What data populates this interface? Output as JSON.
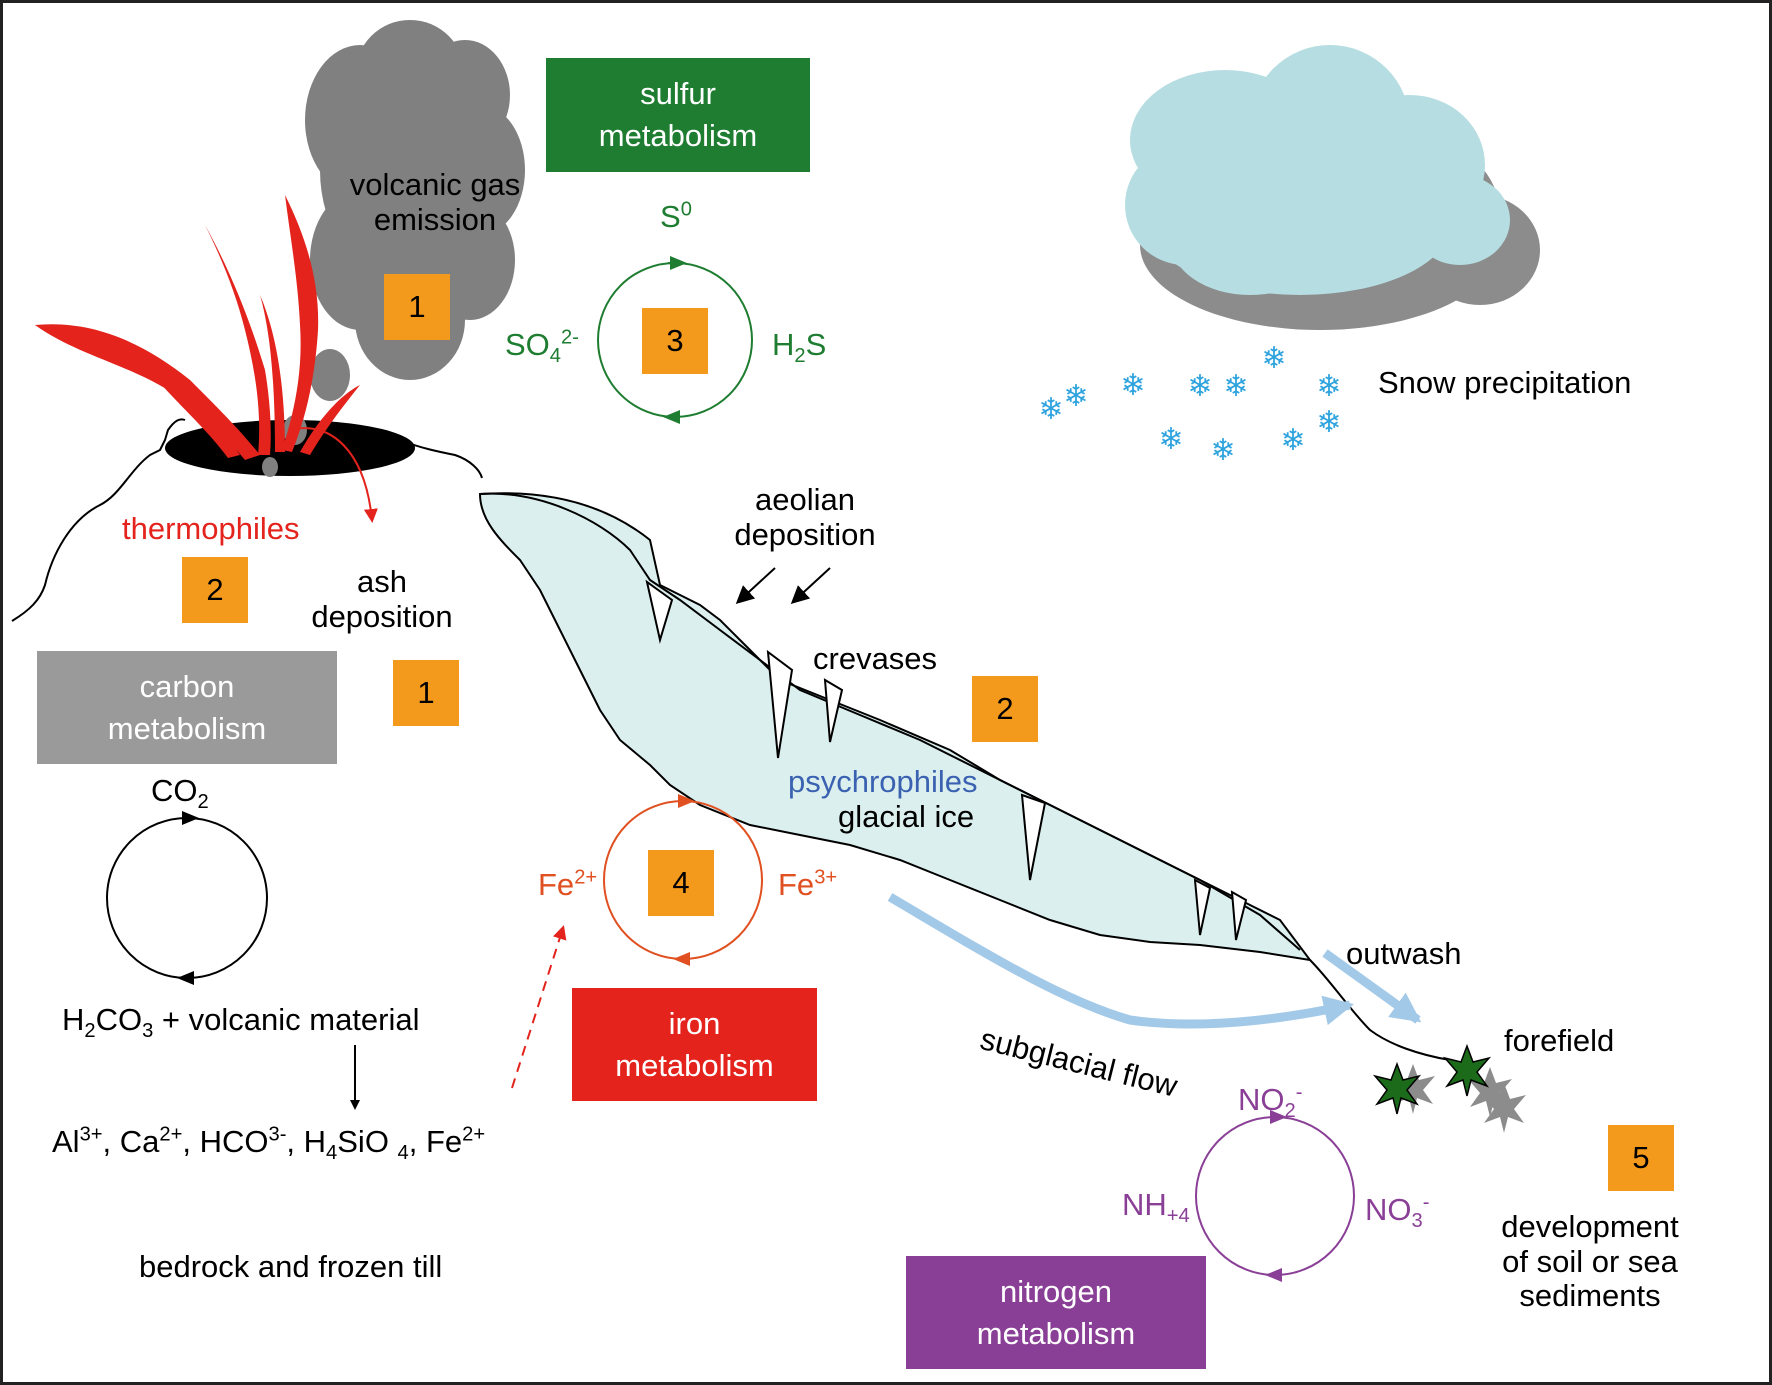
{
  "labels": {
    "volcanic_gas": "volcanic gas",
    "emission": "emission",
    "thermophiles": "thermophiles",
    "ash": "ash",
    "deposition": "deposition",
    "aeolian": "aeolian",
    "aeolian_deposition": "deposition",
    "crevases": "crevases",
    "psychrophiles": "psychrophiles",
    "glacial_ice": "glacial ice",
    "snow": "Snow precipitation",
    "subglacial_flow": "subglacial flow",
    "outwash": "outwash",
    "forefield": "forefield",
    "development_1": "development",
    "development_2": "of soil or sea",
    "development_3": "sediments",
    "bedrock": "bedrock and frozen till",
    "volcanic_material": "+ volcanic material"
  },
  "boxes": {
    "sulfur": [
      "sulfur",
      "metabolism"
    ],
    "carbon": [
      "carbon",
      "metabolism"
    ],
    "iron": [
      "iron",
      "metabolism"
    ],
    "nitrogen": [
      "nitrogen",
      "metabolism"
    ]
  },
  "numbers": {
    "gas": "1",
    "thermophiles": "2",
    "sulfur": "3",
    "ash": "1",
    "crevases": "2",
    "iron": "4",
    "forefield": "5"
  },
  "chem": {
    "S": "S",
    "S0": "0",
    "SO4_a": "SO",
    "SO4_b": "4",
    "SO4_c": "2-",
    "H2S_a": "H",
    "H2S_b": "2",
    "H2S_c": "S",
    "CO2_a": "CO",
    "CO2_b": "2",
    "H2CO3_a": "H",
    "H2CO3_b": "2",
    "H2CO3_c": "CO",
    "H2CO3_d": "3",
    "ions": [
      "Al",
      "3+",
      ", Ca",
      "2+",
      ", HCO",
      "3-",
      ", H",
      "4",
      "SiO ",
      "4",
      ", Fe",
      "2+"
    ],
    "Fe2_a": "Fe",
    "Fe2_b": "2+",
    "Fe3_a": "Fe",
    "Fe3_b": "3+",
    "NO2_a": "NO",
    "NO2_b": "2",
    "NO2_c": "-",
    "NO3_a": "NO",
    "NO3_b": "3",
    "NO3_c": "-",
    "NH4_a": "NH",
    "NH4_b": "+",
    "NH4_c": "4"
  },
  "colors": {
    "number_box": "#f39a1d",
    "sulfur": "#1e7d30",
    "carbon": "#9a9a9a",
    "iron": "#e3231c",
    "nitrogen": "#8a3f96",
    "glacier": "#dcefef",
    "cloud": "#b6dde2",
    "snowflake": "#2ea3dd",
    "flow_arrow": "#a3c9e8",
    "psychrophiles": "#3a62b0",
    "lava": "#e3231c",
    "smoke": "#808080"
  }
}
